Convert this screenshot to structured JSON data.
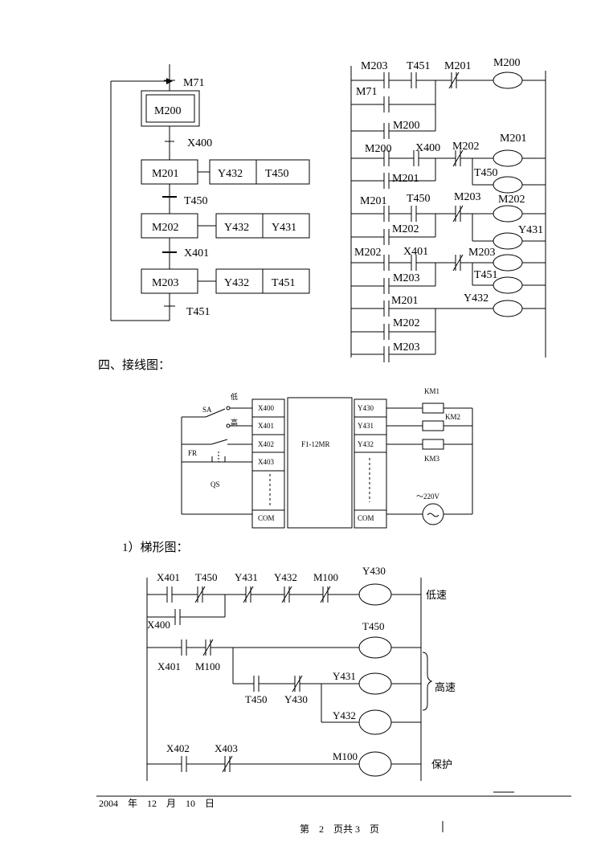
{
  "sfc": {
    "initial": "M71",
    "step0": "M200",
    "t1": "X400",
    "step1": "M201",
    "step1_out1": "Y432",
    "step1_out2": "T450",
    "t2": "T450",
    "step2": "M202",
    "step2_out1": "Y432",
    "step2_out2": "Y431",
    "t3": "X401",
    "step3": "M203",
    "step3_out1": "Y432",
    "step3_out2": "T451",
    "t4": "T451"
  },
  "ladder1": {
    "r1_c1": "M203",
    "r1_c2": "T451",
    "r1_c3": "M201",
    "r1_coil": "M200",
    "r1_p1": "M71",
    "r1_p2": "M200",
    "r2_c1": "M200",
    "r2_c2": "X400",
    "r2_c3": "M202",
    "r2_coil1": "M201",
    "r2_p1": "M201",
    "r2_coil2": "T450",
    "r3_c1": "M201",
    "r3_c2": "T450",
    "r3_c3": "M203",
    "r3_coil1": "M202",
    "r3_p1": "M202",
    "r3_coil2": "Y431",
    "r4_c1": "M202",
    "r4_c2": "X401",
    "r4_c3": "M203",
    "r4_p1": "M203",
    "r4_coil2": "T451",
    "r5_c1": "M201",
    "r5_coil": "Y432",
    "r5_p1": "M202",
    "r5_p2": "M203"
  },
  "section_heading": "四、接线图：",
  "wiring": {
    "plc": "F1-12MR",
    "inputs": [
      "X400",
      "X401",
      "X402",
      "X403",
      "COM"
    ],
    "outputs": [
      "Y430",
      "Y431",
      "Y432",
      "COM"
    ],
    "sa": "SA",
    "low": "低",
    "high": "高",
    "fr": "FR",
    "qs": "QS",
    "km1": "KM1",
    "km2": "KM2",
    "km3": "KM3",
    "supply": "～220V"
  },
  "subheading": "1）梯形图：",
  "ladder2": {
    "r1_c1": "X401",
    "r1_c2": "T450",
    "r1_c3": "Y431",
    "r1_c4": "Y432",
    "r1_c5": "M100",
    "r1_coil": "Y430",
    "r1_note": "低速",
    "r1_p": "X400",
    "r2_coil": "T450",
    "r2_c1": "X401",
    "r2_c2": "M100",
    "r3_coil": "Y431",
    "r3_c1": "T450",
    "r3_c2": "Y430",
    "r4_coil": "Y432",
    "high_note": "高速",
    "r5_c1": "X402",
    "r5_c2": "X403",
    "r5_coil": "M100",
    "r5_note": "保护"
  },
  "footer": {
    "date": "2004　年　12　月　10　日",
    "page": "第　2　页共 3　页"
  }
}
